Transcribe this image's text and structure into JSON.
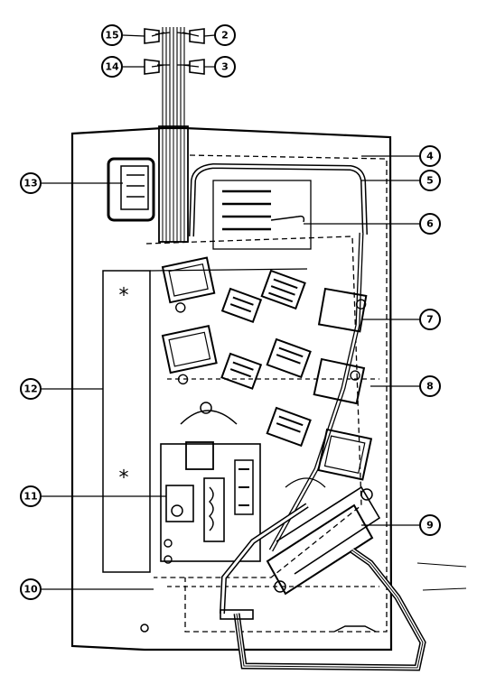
{
  "diagram": {
    "callouts": [
      {
        "id": "c15",
        "label": "15"
      },
      {
        "id": "c2",
        "label": "2"
      },
      {
        "id": "c14",
        "label": "14"
      },
      {
        "id": "c3",
        "label": "3"
      },
      {
        "id": "c13",
        "label": "13"
      },
      {
        "id": "c4",
        "label": "4"
      },
      {
        "id": "c5",
        "label": "5"
      },
      {
        "id": "c6",
        "label": "6"
      },
      {
        "id": "c7",
        "label": "7"
      },
      {
        "id": "c12",
        "label": "12"
      },
      {
        "id": "c8",
        "label": "8"
      },
      {
        "id": "c11",
        "label": "11"
      },
      {
        "id": "c9",
        "label": "9"
      },
      {
        "id": "c10",
        "label": "10"
      }
    ],
    "asterisks": [
      "*",
      "*"
    ]
  }
}
